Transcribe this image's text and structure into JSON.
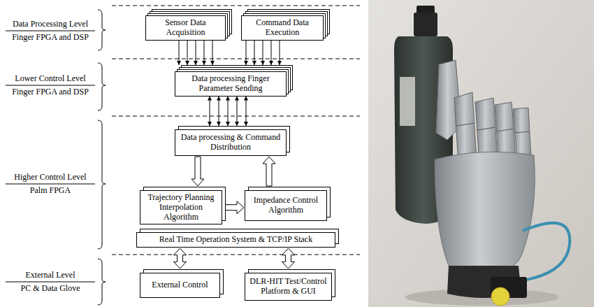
{
  "diagram": {
    "nodes": [
      {
        "text": [
          "Sensor Data Acquisition"
        ]
      },
      {
        "text": [
          "Command Data Execution"
        ]
      },
      {
        "text": [
          "Data processing Finger Parameter Sending"
        ]
      },
      {
        "text": [
          "Data processing & Command Distribution"
        ]
      },
      {
        "text": [
          "Trajectory Planning Interpolation Algorithm"
        ]
      },
      {
        "text": [
          "Impedance Control Algorithm"
        ]
      },
      {
        "text": [
          "Real Time Operation System & TCP/IP Stack"
        ]
      },
      {
        "text": [
          "External Control"
        ]
      },
      {
        "text": [
          "DLR-HIT Test/Control Platform & GUI"
        ]
      }
    ],
    "edges": [
      {
        "from": 0,
        "to": 2,
        "arrow": "to"
      },
      {
        "from": 1,
        "to": 2,
        "arrow": "to"
      },
      {
        "from": 2,
        "to": 3,
        "arrow": "both"
      },
      {
        "from": 3,
        "to": 4,
        "arrow": "to"
      },
      {
        "from": 5,
        "to": 3,
        "arrow": "to"
      },
      {
        "from": 4,
        "to": 5,
        "arrow": "to"
      },
      {
        "from": 6,
        "to": 7,
        "arrow": "both"
      },
      {
        "from": 6,
        "to": 8,
        "arrow": "both"
      }
    ],
    "labels": [
      "Data Processing Level",
      "Finger FPGA and DSP",
      "Lower Control Level",
      "Finger FPGA and DSP",
      "Higher Control Level",
      "Palm FPGA",
      "External Level",
      "PC & Data Glove"
    ]
  }
}
